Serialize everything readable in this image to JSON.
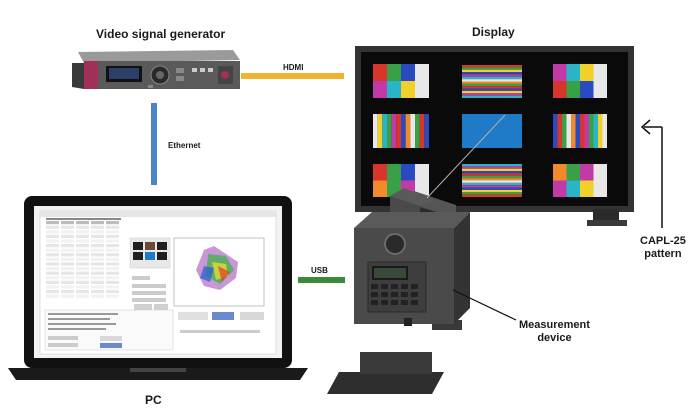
{
  "labels": {
    "generator": "Video signal generator",
    "display": "Display",
    "hdmi": "HDMI",
    "ethernet": "Ethernet",
    "usb": "USB",
    "pc": "PC",
    "pattern": [
      "CAPL-25",
      "pattern"
    ],
    "measurement": [
      "Measurement",
      "device"
    ]
  },
  "colors": {
    "hdmi_cable": "#f0b431",
    "ethernet_cable": "#4a86c5",
    "usb_cable": "#3a8a3a",
    "device_body": "#4a4a4a",
    "generator_accent": "#a0305a",
    "screen_bg": "#0a0a0a",
    "center_patch": "#1f7ac8"
  },
  "icons": [
    "video-generator-icon",
    "display-monitor-icon",
    "laptop-pc-icon",
    "measurement-device-icon",
    "arrow-left-icon"
  ]
}
